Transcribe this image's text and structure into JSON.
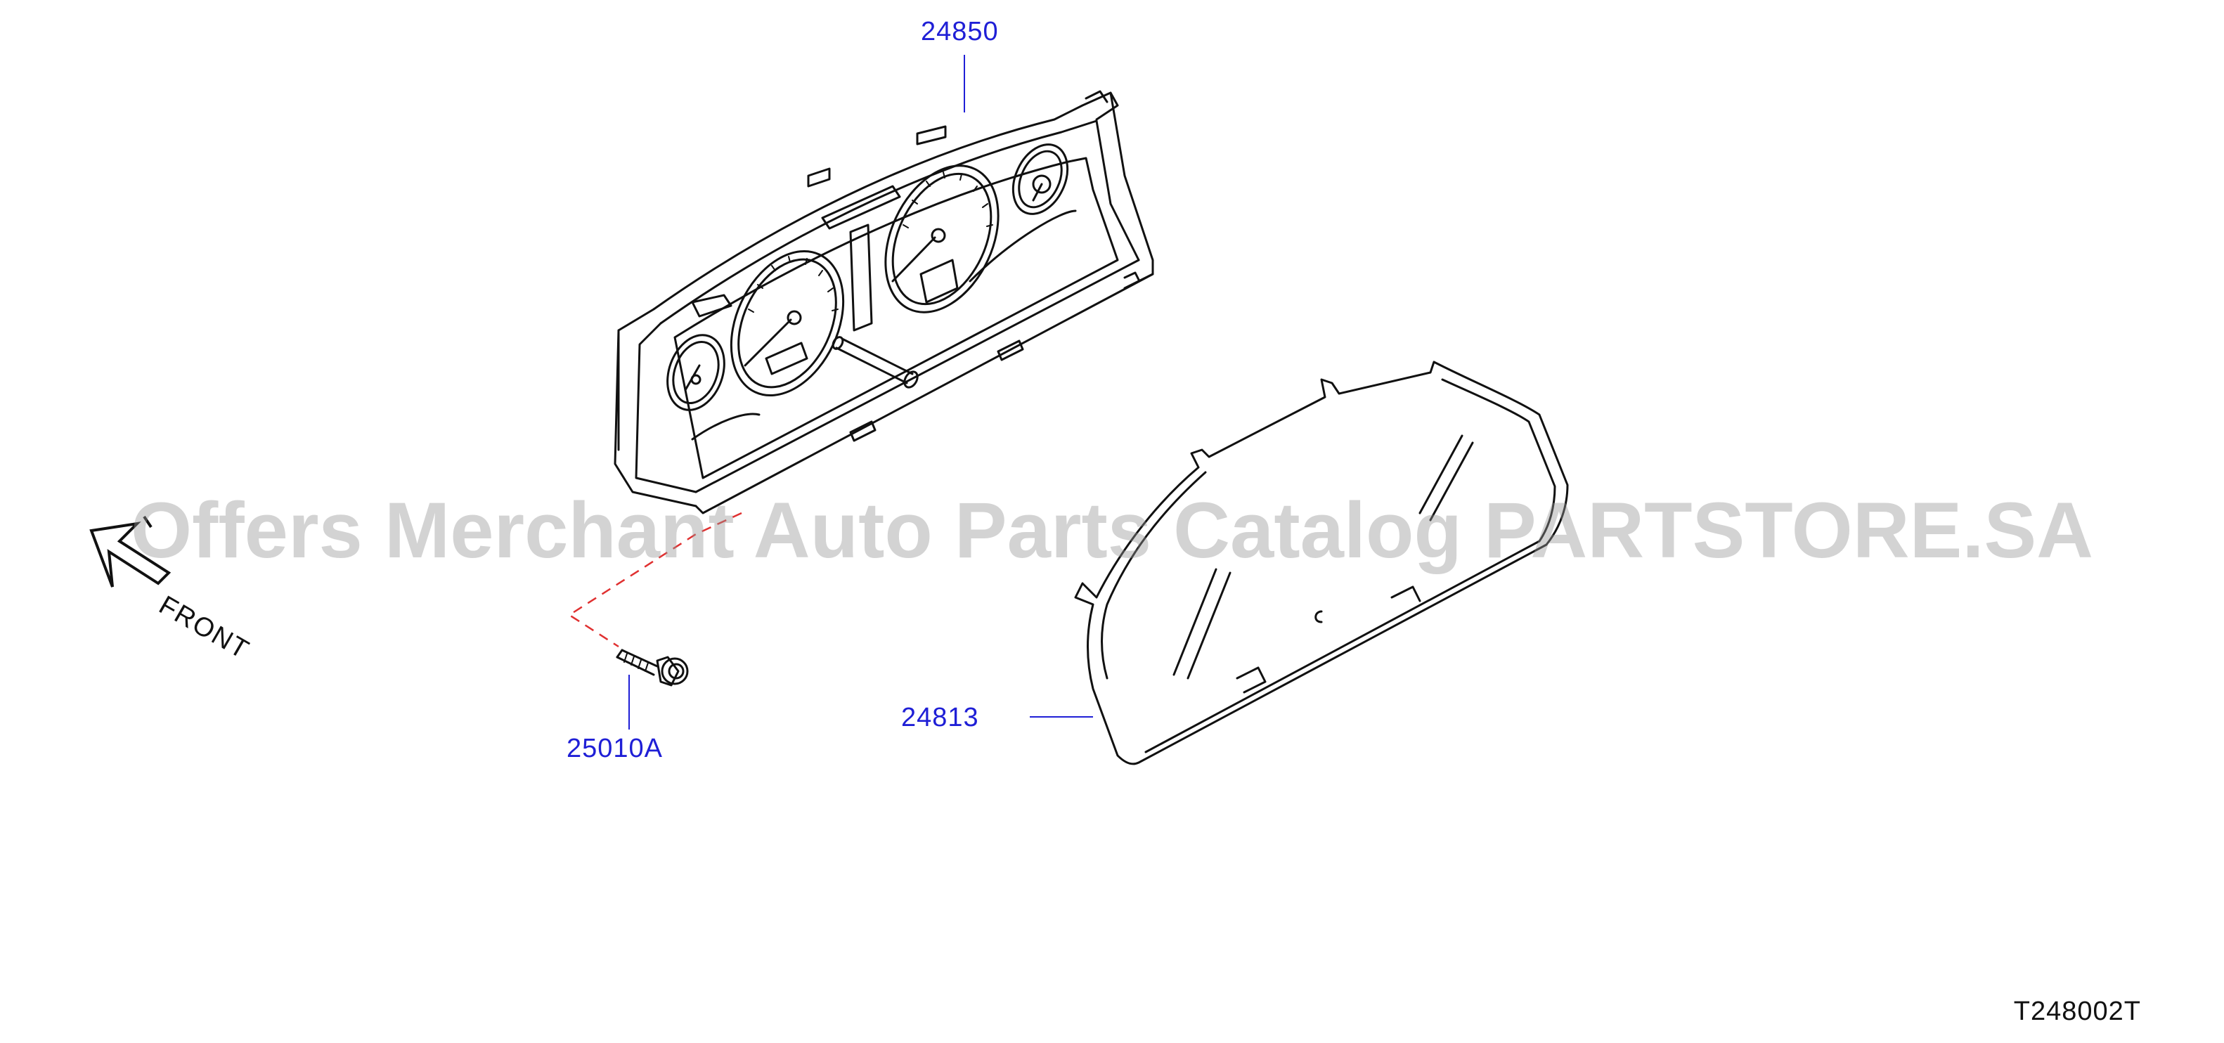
{
  "parts": {
    "p24850": "24850",
    "p24813": "24813",
    "p25010A": "25010A"
  },
  "direction": {
    "label": "FRONT"
  },
  "reference_code": "T248002T",
  "watermark": "Offers Merchant Auto Parts Catalog PARTSTORE.SA",
  "colors": {
    "line": "#111111",
    "callout": "#1f1fd6",
    "dashed": "#e03030",
    "watermark": "#969696"
  }
}
